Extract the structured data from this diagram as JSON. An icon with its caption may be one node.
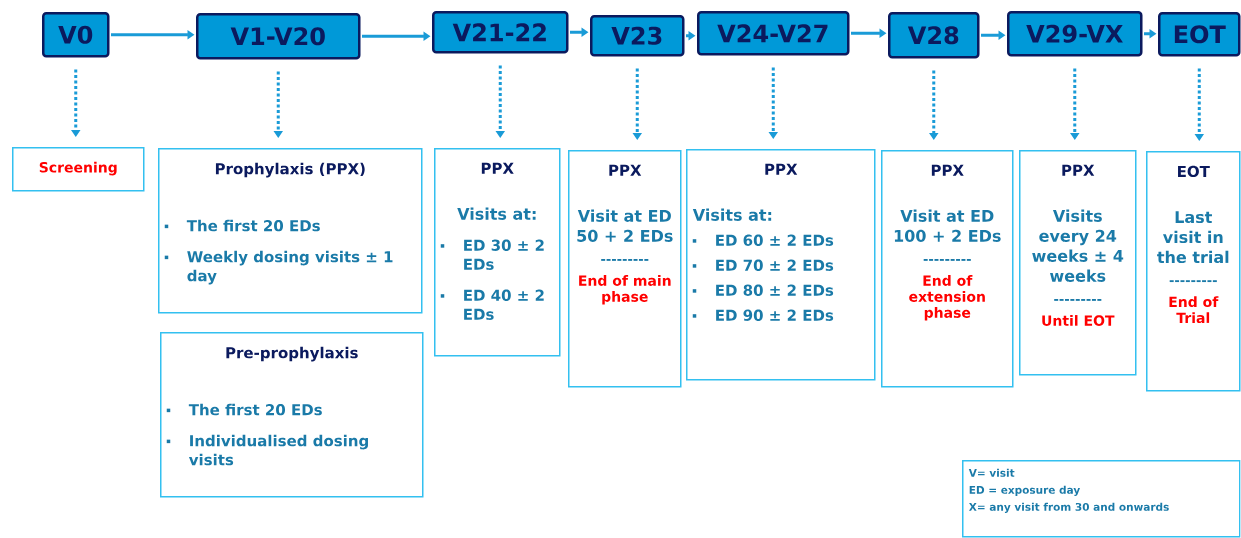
{
  "diagram": {
    "nodes": [
      {
        "text": [
          "V0"
        ]
      },
      {
        "text": [
          "V1-V20"
        ]
      },
      {
        "text": [
          "V21-22"
        ]
      },
      {
        "text": [
          "V23"
        ]
      },
      {
        "text": [
          "V24-V27"
        ]
      },
      {
        "text": [
          "V28"
        ]
      },
      {
        "text": [
          "V29-VX"
        ]
      },
      {
        "text": [
          "EOT"
        ]
      },
      {
        "text": [
          "Screening"
        ]
      },
      {
        "text": [
          "Prophylaxis (PPX)",
          "The first 20 EDs",
          "Weekly dosing visits ± 1 day"
        ]
      },
      {
        "text": [
          "Pre-prophylaxis",
          "The first 20 EDs",
          "Individualised dosing visits"
        ]
      },
      {
        "text": [
          "PPX",
          "Visits at:",
          "ED 30 ± 2 EDs",
          "ED 40 ± 2 EDs"
        ]
      },
      {
        "text": [
          "PPX",
          "Visit at ED 50 + 2 EDs",
          "---------",
          "End of main phase"
        ]
      },
      {
        "text": [
          "PPX",
          "Visits at:",
          "ED 60 ± 2 EDs",
          "ED 70 ± 2 EDs",
          "ED 80 ± 2 EDs",
          "ED 90 ± 2 EDs"
        ]
      },
      {
        "text": [
          "PPX",
          "Visit at ED 100 + 2 EDs",
          "---------",
          "End of extension phase"
        ]
      },
      {
        "text": [
          "PPX",
          "Visits every 24 weeks ± 4 weeks",
          "---------",
          "Until EOT"
        ]
      },
      {
        "text": [
          "EOT",
          "Last visit in the trial",
          "---------",
          "End of Trial"
        ]
      },
      {
        "text": [
          "V= visit",
          "ED = exposure day",
          "X= any visit from 30 and onwards"
        ]
      }
    ],
    "edges": [
      {
        "from": 0,
        "to": 1,
        "arrow": "to"
      },
      {
        "from": 1,
        "to": 2,
        "arrow": "to"
      },
      {
        "from": 2,
        "to": 3,
        "arrow": "to"
      },
      {
        "from": 3,
        "to": 4,
        "arrow": "to"
      },
      {
        "from": 4,
        "to": 5,
        "arrow": "to"
      },
      {
        "from": 5,
        "to": 6,
        "arrow": "to"
      },
      {
        "from": 6,
        "to": 7,
        "arrow": "to"
      },
      {
        "from": 0,
        "to": 8,
        "arrow": "to",
        "style": "dashed"
      },
      {
        "from": 1,
        "to": 9,
        "arrow": "to",
        "style": "dashed"
      },
      {
        "from": 2,
        "to": 11,
        "arrow": "to",
        "style": "dashed"
      },
      {
        "from": 3,
        "to": 12,
        "arrow": "to",
        "style": "dashed"
      },
      {
        "from": 4,
        "to": 13,
        "arrow": "to",
        "style": "dashed"
      },
      {
        "from": 5,
        "to": 14,
        "arrow": "to",
        "style": "dashed"
      },
      {
        "from": 6,
        "to": 15,
        "arrow": "to",
        "style": "dashed"
      },
      {
        "from": 7,
        "to": 16,
        "arrow": "to",
        "style": "dashed"
      }
    ]
  }
}
